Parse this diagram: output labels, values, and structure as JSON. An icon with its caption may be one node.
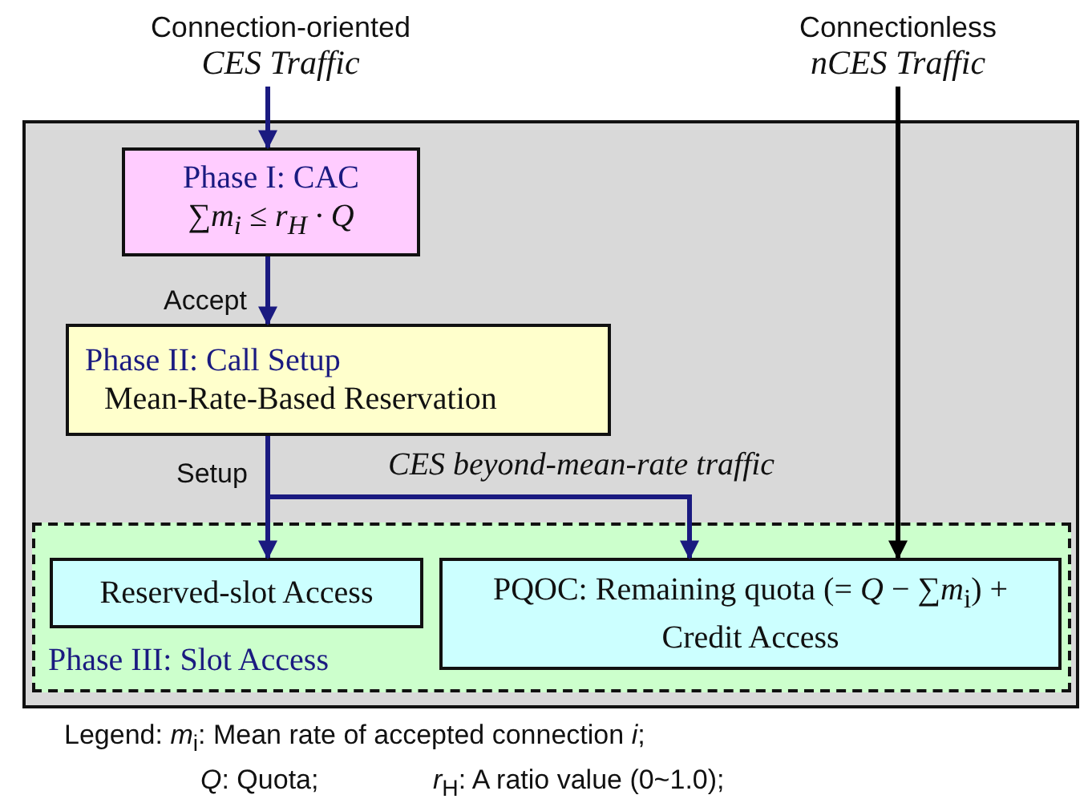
{
  "diagram": {
    "nodes": [
      {
        "text": [
          "Connection-oriented",
          "CES Traffic"
        ]
      },
      {
        "text": [
          "Connectionless",
          "nCES Traffic"
        ]
      },
      {
        "text": [
          "Phase I: CAC",
          "∑m$_{i}$ ≤ r$_{H}$ · Q"
        ]
      },
      {
        "text": [
          "Phase II: Call Setup",
          "Mean-Rate-Based Reservation"
        ]
      },
      {
        "text": [
          "Phase III: Slot Access"
        ]
      },
      {
        "text": [
          "Reserved-slot Access"
        ],
        "in": 4
      },
      {
        "text": [
          "PQOC: Remaining quota (= *Q* − ∑*m*$_{i}$) + Credit Access"
        ],
        "in": 4
      }
    ],
    "edges": [
      {
        "from": 0,
        "to": 2,
        "arrow": "to"
      },
      {
        "from": 2,
        "to": 3,
        "arrow": "to",
        "label": "Accept"
      },
      {
        "from": 3,
        "to": 5,
        "arrow": "to",
        "label": "Setup"
      },
      {
        "from": 3,
        "to": 6,
        "arrow": "to",
        "label": "CES beyond-mean-rate traffic"
      },
      {
        "from": 1,
        "to": 6,
        "arrow": "to",
        "color": "#000000"
      }
    ],
    "labels": [
      "Legend: *m*$_{i}$: Mean rate of accepted connection *i*;",
      "*Q*: Quota;",
      "*r*$_{H}$: A ratio value (0~1.0);"
    ]
  }
}
